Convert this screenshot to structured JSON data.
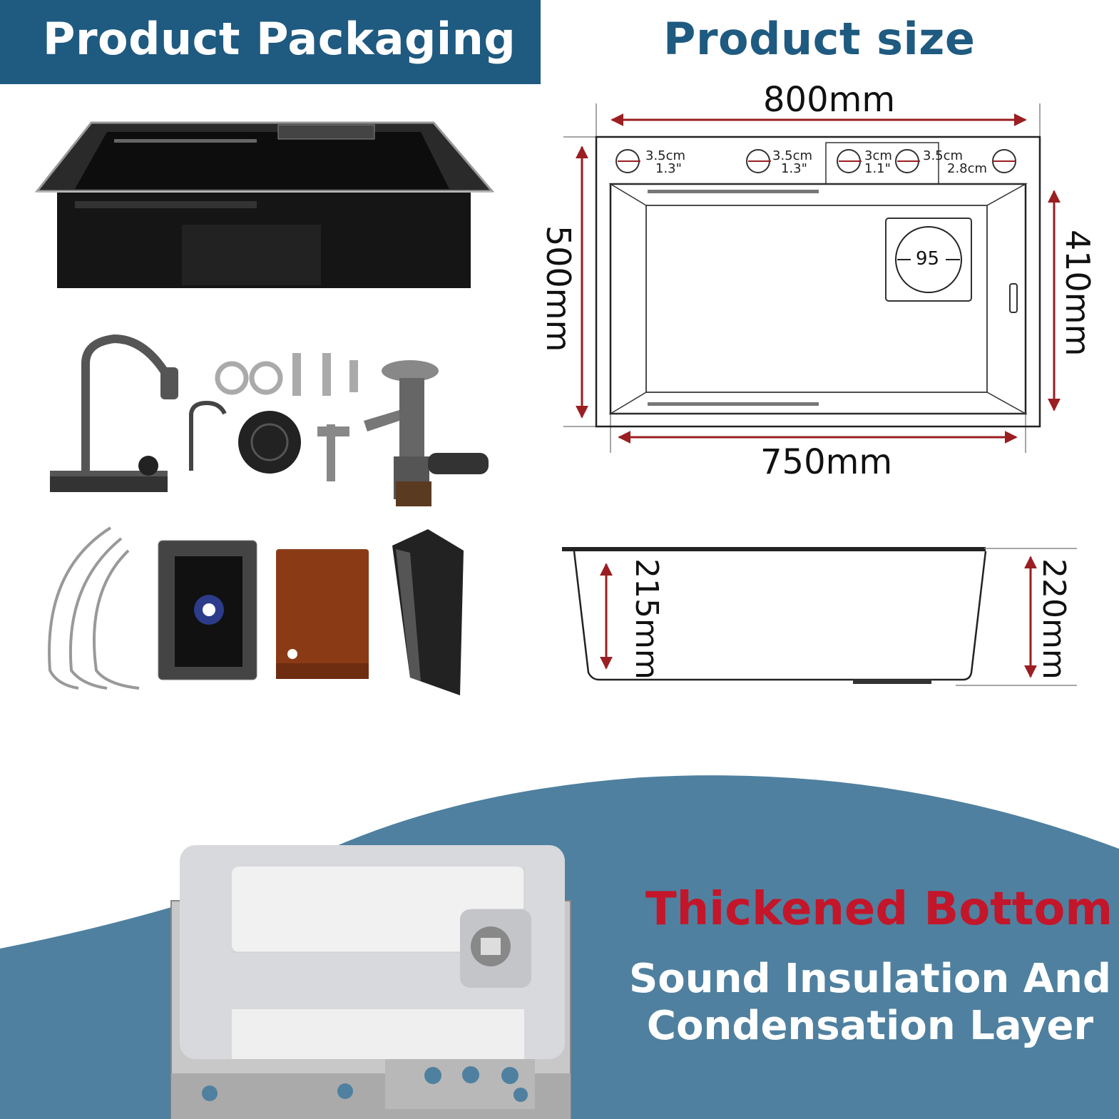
{
  "header": {
    "packaging_title": "Product Packaging",
    "size_title": "Product size"
  },
  "dimensions": {
    "width_top": "800mm",
    "width_bottom": "750mm",
    "height_left": "500mm",
    "height_right": "410mm",
    "depth_left": "215mm",
    "depth_right": "220mm",
    "circle": "95"
  },
  "hole_labels": [
    {
      "cm": "3.5cm",
      "inch": "1.3\""
    },
    {
      "cm": "3.5cm",
      "inch": "1.3\""
    },
    {
      "cm": "3cm",
      "inch": "1.1\""
    },
    {
      "cm": "3.5cm",
      "inch": "2.8cm"
    }
  ],
  "feature": {
    "title": "Thickened Bottom",
    "line1": "Sound Insulation And",
    "line2": "Condensation Layer"
  },
  "colors": {
    "brand_blue": "#1f5a80",
    "wave_blue": "#4f809f",
    "accent_red": "#c3162a",
    "arrow_red": "#9a1e22"
  }
}
